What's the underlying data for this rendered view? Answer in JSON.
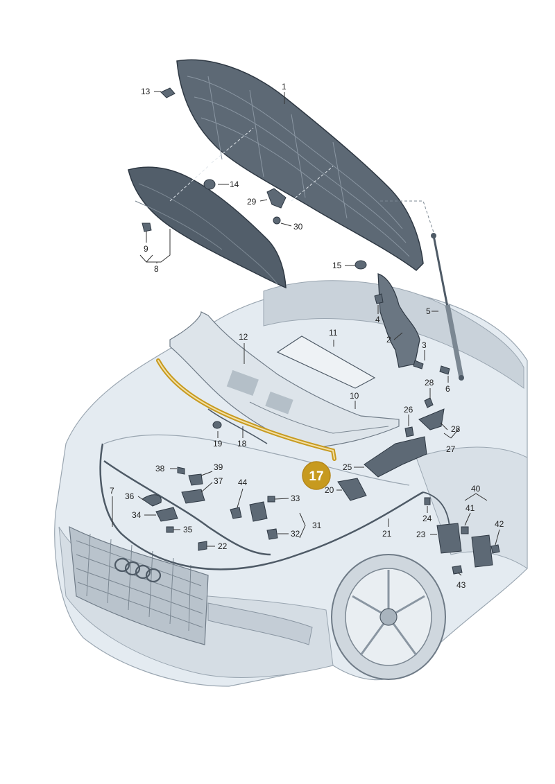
{
  "colors": {
    "car_body": "#dfe6ec",
    "car_shadow": "#c4cdd6",
    "car_line": "#8a96a2",
    "part_dark": "#4e5a66",
    "part_mid": "#7b8792",
    "part_light": "#a9b4be",
    "label": "#222222",
    "highlight": "#c79a1f",
    "highlight_stroke": "#b5871a"
  },
  "highlight": {
    "part": "17"
  },
  "labels": {
    "p1": "1",
    "p2": "2",
    "p3": "3",
    "p4": "4",
    "p5": "5",
    "p6": "6",
    "p7": "7",
    "p8": "8",
    "p9": "9",
    "p10": "10",
    "p11": "11",
    "p12": "12",
    "p13": "13",
    "p14": "14",
    "p15": "15",
    "p18": "18",
    "p19": "19",
    "p20": "20",
    "p21": "21",
    "p22": "22",
    "p23": "23",
    "p24": "24",
    "p25": "25",
    "p26": "26",
    "p27": "27",
    "p28a": "28",
    "p28b": "28",
    "p29": "29",
    "p30": "30",
    "p31": "31",
    "p32": "32",
    "p33": "33",
    "p34": "34",
    "p35": "35",
    "p36": "36",
    "p37": "37",
    "p38": "38",
    "p39": "39",
    "p40": "40",
    "p41": "41",
    "p42": "42",
    "p43": "43",
    "p44": "44"
  }
}
